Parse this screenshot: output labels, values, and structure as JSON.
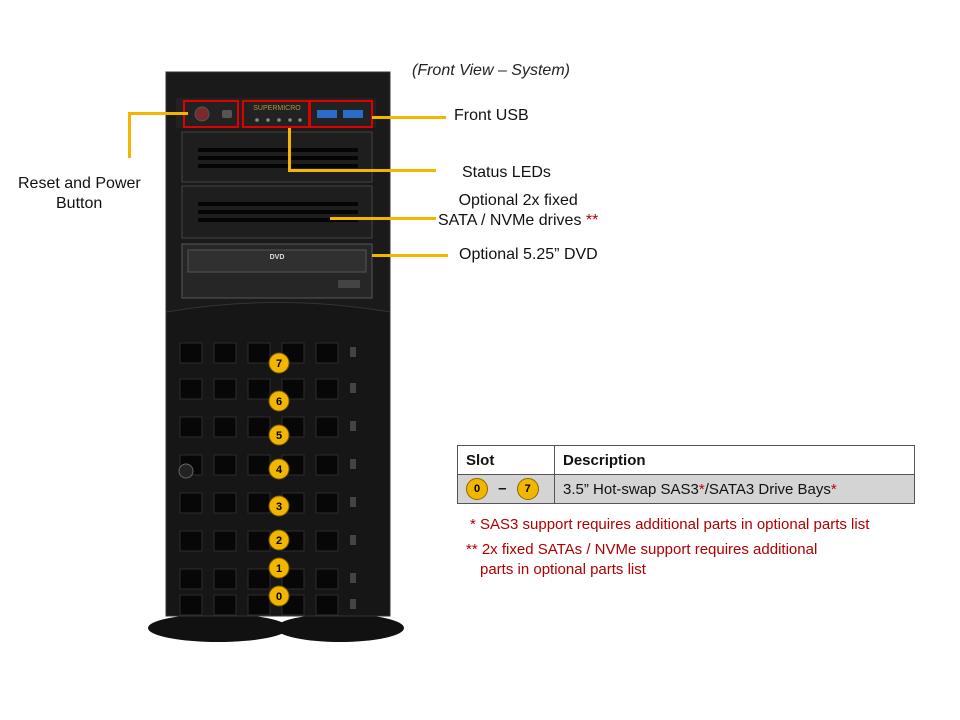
{
  "caption": "(Front View – System)",
  "callouts": {
    "reset_power": "Reset and Power",
    "reset_power_2": "Button",
    "front_usb": "Front USB",
    "status_leds": "Status LEDs",
    "fixed_drives_1": "Optional 2x fixed",
    "fixed_drives_2": "SATA / NVMe drives",
    "fixed_drives_mark": "**",
    "dvd": "Optional 5.25” DVD"
  },
  "chassis": {
    "brand": "SUPERMICRO",
    "dvd_logo": "DVD",
    "slots": [
      "7",
      "6",
      "5",
      "4",
      "3",
      "2",
      "1",
      "0"
    ]
  },
  "table": {
    "headers": [
      "Slot",
      "Description"
    ],
    "slot_from": "0",
    "slot_dash": "–",
    "slot_to": "7",
    "desc_main": "3.5” Hot-swap  SAS3",
    "desc_mark1": "*",
    "desc_tail": "/SATA3 Drive Bays",
    "desc_mark2": "*"
  },
  "notes": {
    "n1": "* SAS3 support requires additional parts in optional parts list",
    "n2_line1": "** 2x fixed SATAs / NVMe support requires additional",
    "n2_line2": "parts in optional parts list"
  },
  "colors": {
    "accent": "#f2b600",
    "highlight": "#e00000",
    "note": "#b00000"
  }
}
